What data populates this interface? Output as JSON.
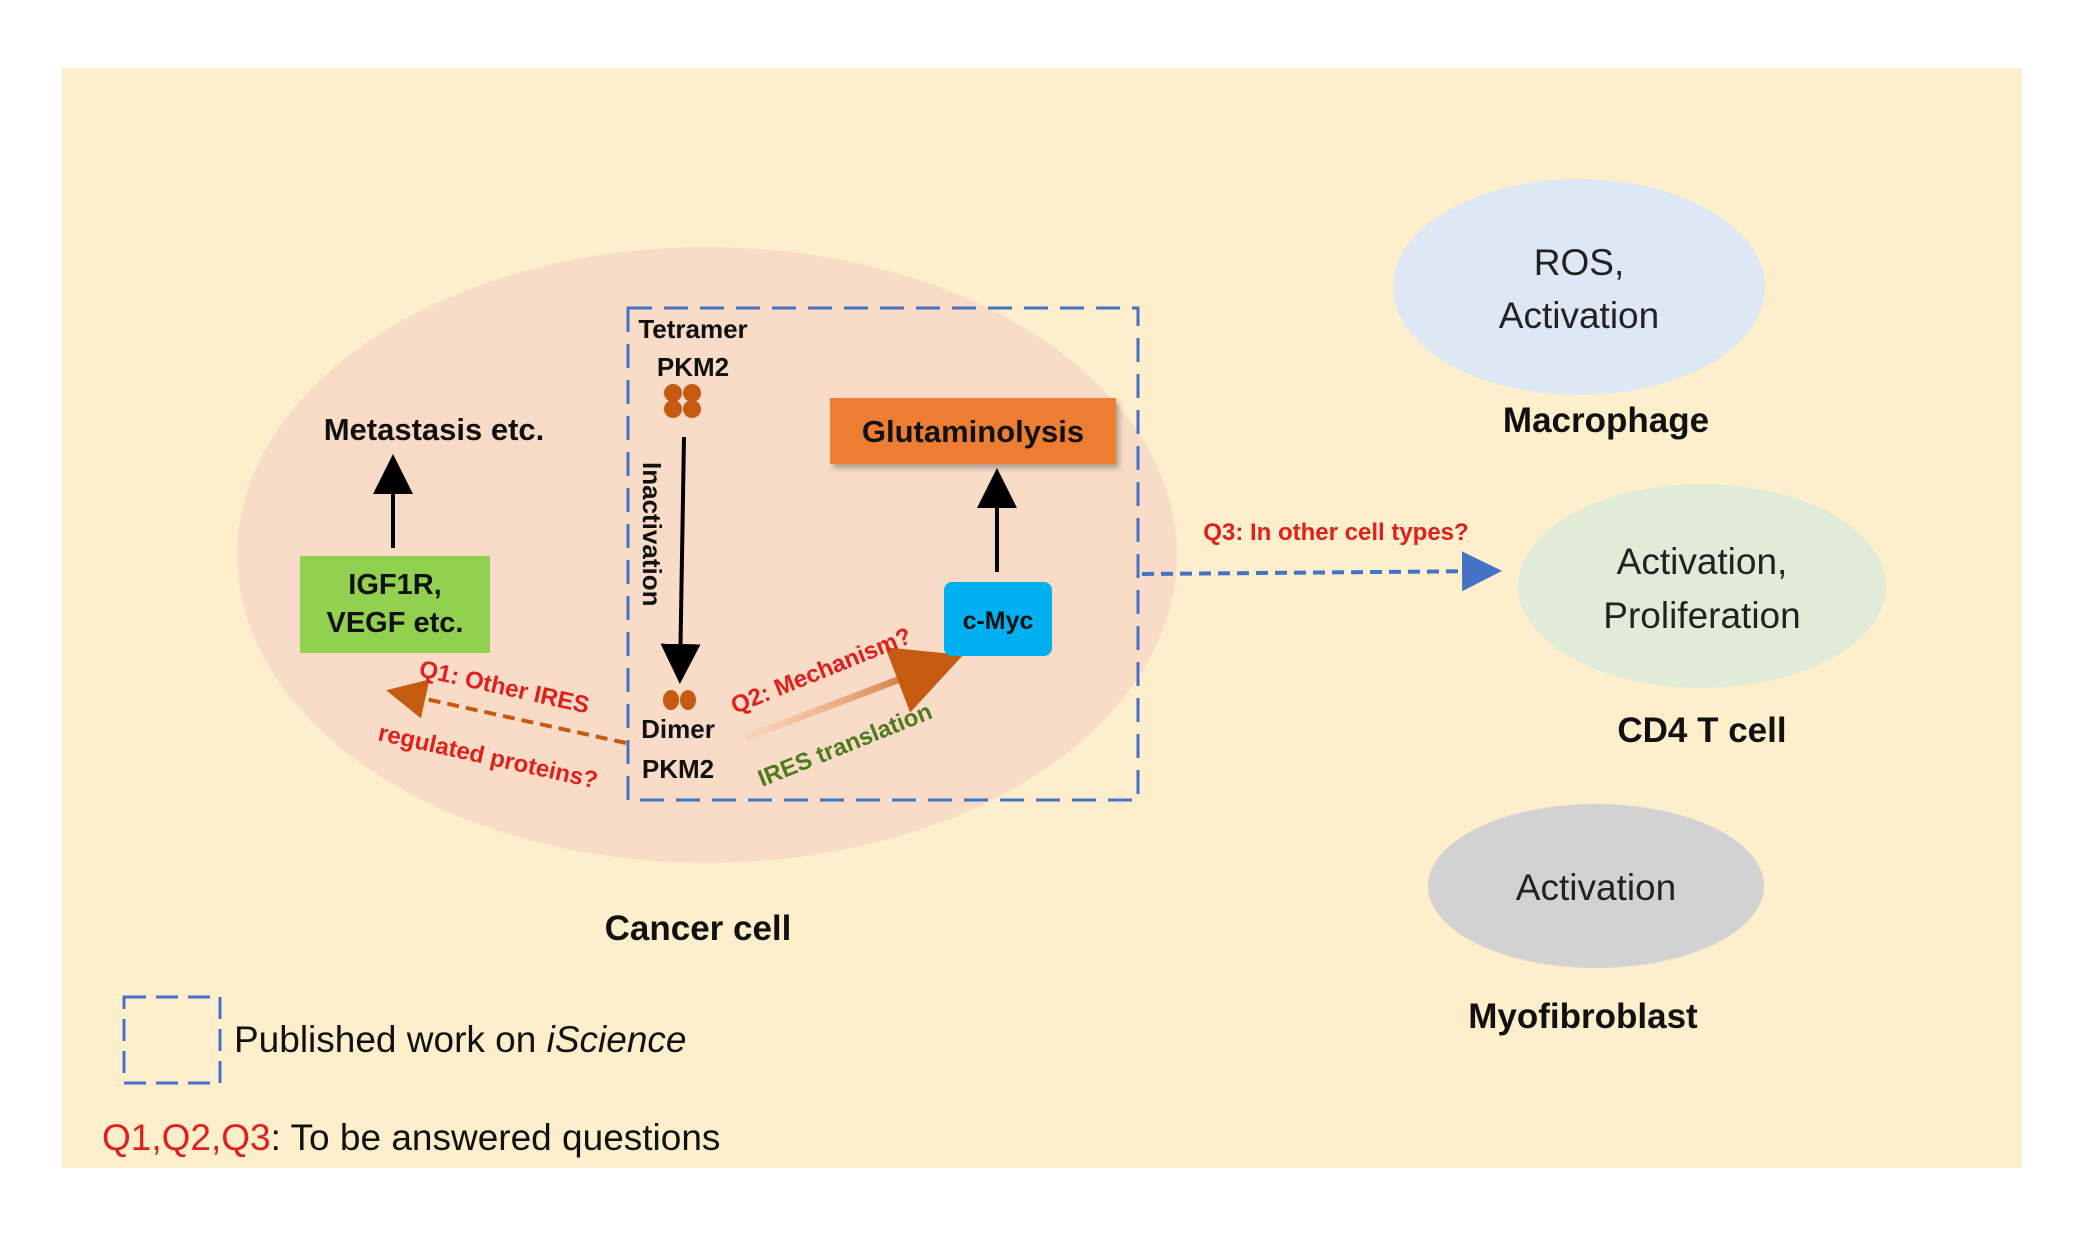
{
  "colors": {
    "panel_bg": "#fdefcc",
    "cancer_cell": "#f9dcc8",
    "macrophage": "#dde8f4",
    "cd4": "#e1ecd8",
    "myofibroblast": "#d2d2d2",
    "dashed_box": "#4472c4",
    "question_red": "#e0201c",
    "ires_green": "#4e7a1e",
    "glutaminolysis": "#ed7d31",
    "cmyc": "#00b0f0",
    "igf1r": "#92d050",
    "pkm2_dots": "#c55a11"
  },
  "cancer_cell": {
    "label": "Cancer cell",
    "tetramer_line1": "Tetramer",
    "tetramer_line2": "PKM2",
    "inactivation": "Inactivation",
    "dimer_line1": "Dimer",
    "dimer_line2": "PKM2",
    "metastasis": "Metastasis etc.",
    "igf1r_line1": "IGF1R,",
    "igf1r_line2": "VEGF etc.",
    "glutaminolysis": "Glutaminolysis",
    "cmyc": "c-Myc",
    "q1_line1": "Q1: Other IRES",
    "q1_line2": "regulated proteins?",
    "q2": "Q2: Mechanism?",
    "ires_translation": "IRES translation"
  },
  "q3": "Q3: In other cell types?",
  "macrophage": {
    "line1": "ROS,",
    "line2": "Activation",
    "label": "Macrophage"
  },
  "cd4": {
    "line1": "Activation,",
    "line2": "Proliferation",
    "label": "CD4 T cell"
  },
  "myofibroblast": {
    "line1": "Activation",
    "label": "Myofibroblast"
  },
  "legend": {
    "published_prefix": "Published work on ",
    "published_journal": "iScience",
    "questions_prefix": "Q1,Q2,Q3",
    "questions_suffix": ": To be answered questions"
  }
}
